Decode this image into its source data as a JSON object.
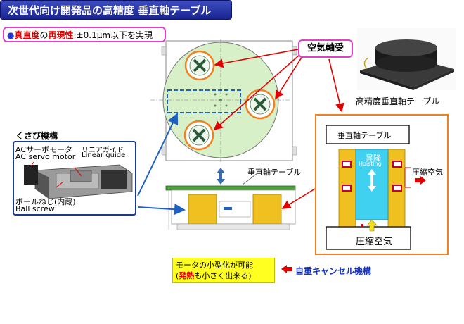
{
  "title": "次世代向け開発品の高精度 垂直軸テーブル",
  "spec": {
    "bullet": "●",
    "part1": "真直度",
    "part2": "の",
    "part3": "再現性",
    "part4": ":±0.1μm以下を実現"
  },
  "air_bearing": "空気軸受",
  "photo_label": "高精度垂直軸テーブル",
  "wedge": {
    "title": "くさび機構",
    "motor_jp": "ACサーボモータ",
    "motor_en": "AC servo motor",
    "guide_jp": "リニアガイド",
    "guide_en": "Linear guide",
    "screw_jp": "ボールねじ(内蔵)",
    "screw_en": "Ball screw"
  },
  "side_label": "垂直軸テーブル",
  "detail": {
    "table_label": "垂直軸テーブル",
    "hoist_jp": "昇降",
    "hoist_en": "Hoisting",
    "air_right": "圧縮空気",
    "air_bottom": "圧縮空気"
  },
  "message": {
    "line1": "モータの小型化が可能",
    "line2a": "(",
    "line2b": "発熱",
    "line2c": "も小さく出来る)"
  },
  "cancel_label": "自重キャンセル機構",
  "colors": {
    "banner": "#2a37b0",
    "plate": "#d8f0c8",
    "orange": "#f08020",
    "yellow_block": "#f0c020",
    "cyan": "#40d0f0",
    "red": "#e00000",
    "blue_arrow": "#2060c0"
  }
}
